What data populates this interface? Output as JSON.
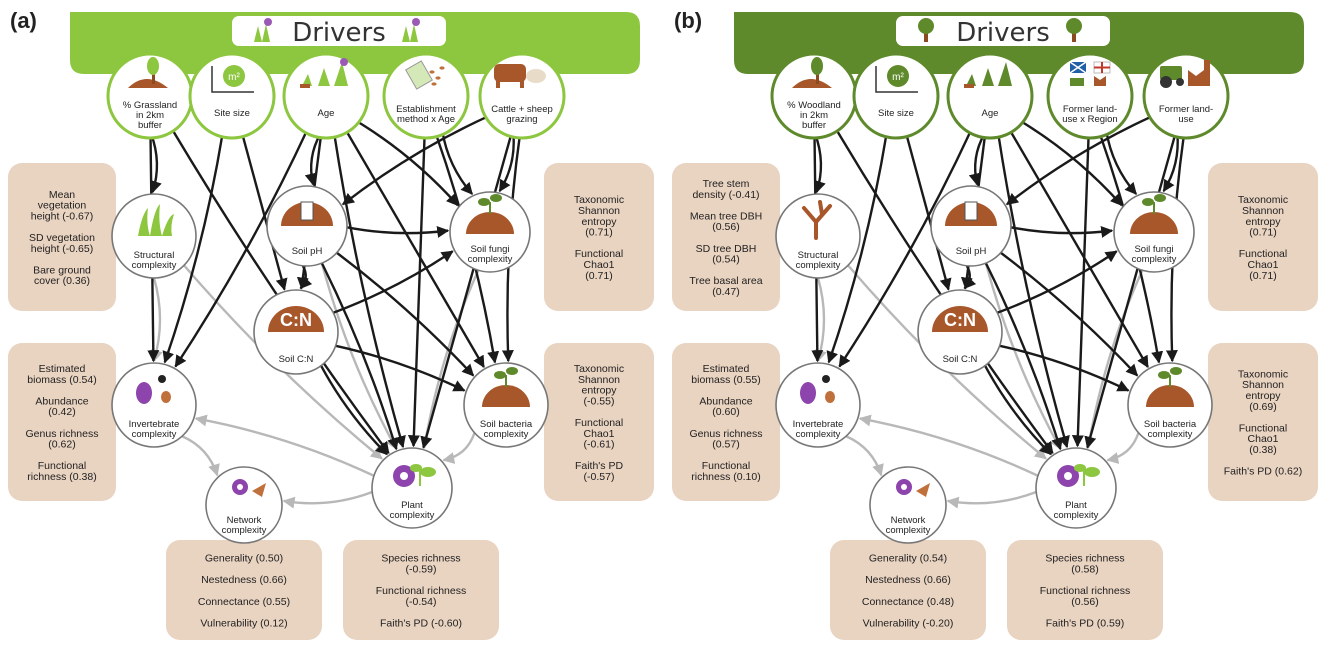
{
  "panels": [
    {
      "id": "a",
      "label": "(a)",
      "drivers_title": "Drivers",
      "theme": {
        "driver_band": "#8dc63f",
        "driver_ring": "#8dc63f",
        "box_fill": "#e9d3c1",
        "node_ring": "#777777",
        "arrow_dark": "#1a1a1a",
        "arrow_light": "#b8b8b8",
        "soil_brown": "#a8572a",
        "purple": "#8e44ad"
      },
      "drivers": [
        {
          "name": "driver-grassland",
          "lines": [
            "% Grassland",
            "in 2km",
            "buffer"
          ]
        },
        {
          "name": "driver-site-size",
          "lines": [
            "Site size"
          ],
          "icon_text": "m²"
        },
        {
          "name": "driver-age",
          "lines": [
            "Age"
          ]
        },
        {
          "name": "driver-establishment",
          "lines": [
            "Establishment",
            "method x Age"
          ]
        },
        {
          "name": "driver-grazing",
          "lines": [
            "Cattle + sheep",
            "grazing"
          ]
        }
      ],
      "nodes": [
        {
          "name": "node-structural",
          "lines": [
            "Structural",
            "complexity"
          ]
        },
        {
          "name": "node-soil-ph",
          "lines": [
            "Soil pH"
          ]
        },
        {
          "name": "node-soil-fungi",
          "lines": [
            "Soil fungi",
            "complexity"
          ]
        },
        {
          "name": "node-soil-cn",
          "lines": [
            "Soil C:N"
          ],
          "icon_text": "C:N"
        },
        {
          "name": "node-invertebrate",
          "lines": [
            "Invertebrate",
            "complexity"
          ]
        },
        {
          "name": "node-soil-bacteria",
          "lines": [
            "Soil bacteria",
            "complexity"
          ]
        },
        {
          "name": "node-network",
          "lines": [
            "Network",
            "complexity"
          ]
        },
        {
          "name": "node-plant",
          "lines": [
            "Plant",
            "complexity"
          ]
        }
      ],
      "boxes": [
        {
          "name": "box-structural",
          "lines": [
            "Mean",
            "vegetation",
            "height (-0.67)",
            "",
            "SD vegetation",
            "height (-0.65)",
            "",
            "Bare ground",
            "cover (0.36)"
          ]
        },
        {
          "name": "box-soil-fungi",
          "lines": [
            "Taxonomic",
            "Shannon",
            "entropy",
            "(0.71)",
            "",
            "Functional",
            "Chao1",
            "(0.71)"
          ]
        },
        {
          "name": "box-invertebrate",
          "lines": [
            "Estimated",
            "biomass (0.54)",
            "",
            "Abundance",
            "(0.42)",
            "",
            "Genus richness",
            "(0.62)",
            "",
            "Functional",
            "richness (0.38)"
          ]
        },
        {
          "name": "box-soil-bacteria",
          "lines": [
            "Taxonomic",
            "Shannon",
            "entropy",
            "(-0.55)",
            "",
            "Functional",
            "Chao1",
            "(-0.61)",
            "",
            "Faith's PD",
            "(-0.57)"
          ]
        },
        {
          "name": "box-network",
          "lines": [
            "Generality (0.50)",
            "",
            "Nestedness (0.66)",
            "",
            "Connectance (0.55)",
            "",
            "Vulnerability (0.12)"
          ]
        },
        {
          "name": "box-plant",
          "lines": [
            "Species richness",
            "(-0.59)",
            "",
            "Functional richness",
            "(-0.54)",
            "",
            "Faith's PD (-0.60)"
          ]
        }
      ]
    },
    {
      "id": "b",
      "label": "(b)",
      "drivers_title": "Drivers",
      "theme": {
        "driver_band": "#5e8a2b",
        "driver_ring": "#5e8a2b",
        "box_fill": "#e9d3c1",
        "node_ring": "#777777",
        "arrow_dark": "#1a1a1a",
        "arrow_light": "#b8b8b8",
        "soil_brown": "#a8572a",
        "purple": "#8e44ad"
      },
      "drivers": [
        {
          "name": "driver-woodland",
          "lines": [
            "% Woodland",
            "in 2km",
            "buffer"
          ]
        },
        {
          "name": "driver-site-size",
          "lines": [
            "Site size"
          ],
          "icon_text": "m²"
        },
        {
          "name": "driver-age",
          "lines": [
            "Age"
          ]
        },
        {
          "name": "driver-landuse-region",
          "lines": [
            "Former land-",
            "use x Region"
          ]
        },
        {
          "name": "driver-landuse",
          "lines": [
            "Former land-",
            "use"
          ]
        }
      ],
      "nodes": [
        {
          "name": "node-structural",
          "lines": [
            "Structural",
            "complexity"
          ]
        },
        {
          "name": "node-soil-ph",
          "lines": [
            "Soil pH"
          ]
        },
        {
          "name": "node-soil-fungi",
          "lines": [
            "Soil fungi",
            "complexity"
          ]
        },
        {
          "name": "node-soil-cn",
          "lines": [
            "Soil C:N"
          ],
          "icon_text": "C:N"
        },
        {
          "name": "node-invertebrate",
          "lines": [
            "Invertebrate",
            "complexity"
          ]
        },
        {
          "name": "node-soil-bacteria",
          "lines": [
            "Soil bacteria",
            "complexity"
          ]
        },
        {
          "name": "node-network",
          "lines": [
            "Network",
            "complexity"
          ]
        },
        {
          "name": "node-plant",
          "lines": [
            "Plant",
            "complexity"
          ]
        }
      ],
      "boxes": [
        {
          "name": "box-structural",
          "lines": [
            "Tree stem",
            "density (-0.41)",
            "",
            "Mean tree DBH",
            "(0.56)",
            "",
            "SD tree DBH",
            "(0.54)",
            "",
            "Tree basal area",
            "(0.47)"
          ]
        },
        {
          "name": "box-soil-fungi",
          "lines": [
            "Taxonomic",
            "Shannon",
            "entropy",
            "(0.71)",
            "",
            "Functional",
            "Chao1",
            "(0.71)"
          ]
        },
        {
          "name": "box-invertebrate",
          "lines": [
            "Estimated",
            "biomass (0.55)",
            "",
            "Abundance",
            "(0.60)",
            "",
            "Genus richness",
            "(0.57)",
            "",
            "Functional",
            "richness (0.10)"
          ]
        },
        {
          "name": "box-soil-bacteria",
          "lines": [
            "Taxonomic",
            "Shannon",
            "entropy",
            "(0.69)",
            "",
            "Functional",
            "Chao1",
            "(0.38)",
            "",
            "Faith's PD (0.62)"
          ]
        },
        {
          "name": "box-network",
          "lines": [
            "Generality (0.54)",
            "",
            "Nestedness (0.66)",
            "",
            "Connectance (0.48)",
            "",
            "Vulnerability (-0.20)"
          ]
        },
        {
          "name": "box-plant",
          "lines": [
            "Species richness",
            "(0.58)",
            "",
            "Functional richness",
            "(0.56)",
            "",
            "Faith's PD (0.59)"
          ]
        }
      ]
    }
  ]
}
